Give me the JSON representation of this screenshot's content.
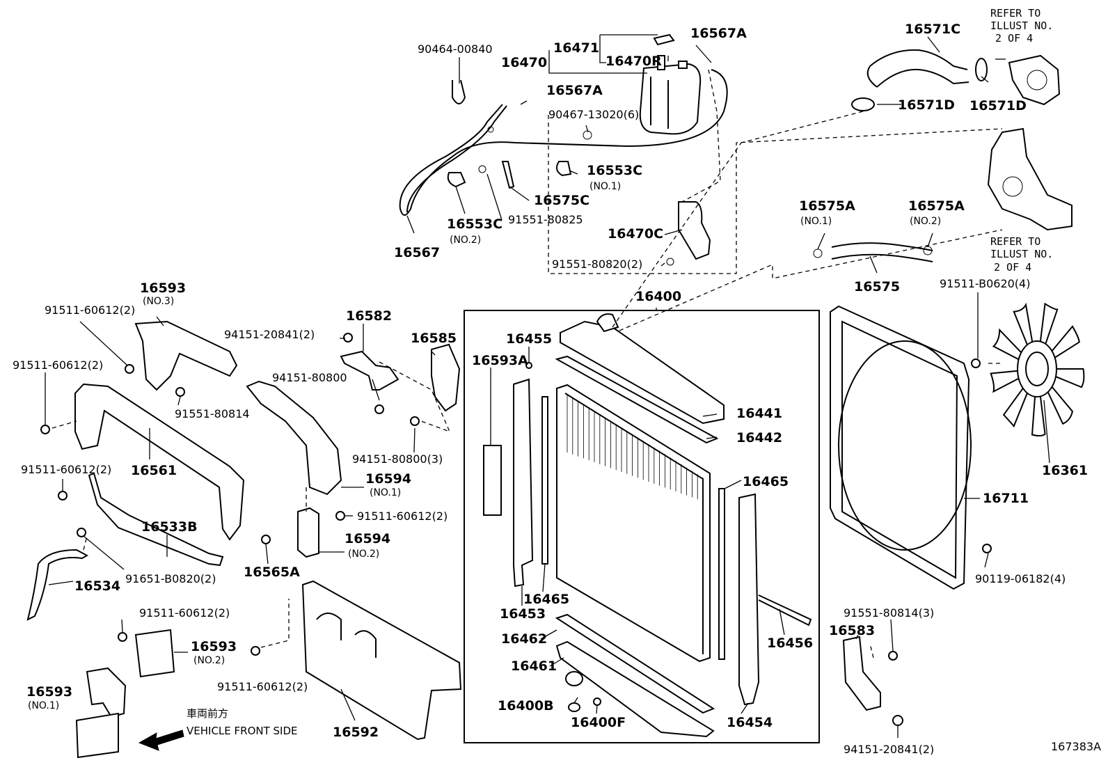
{
  "diagram_id": "167383A",
  "front_label": {
    "jp": "車両前方",
    "en": "VEHICLE FRONT SIDE"
  },
  "icons": {
    "front_arrow": "front-arrow-icon"
  },
  "refs": {
    "top": [
      "REFER TO",
      "ILLUST NO.",
      "2 OF 4"
    ],
    "mid": [
      "REFER TO",
      "ILLUST NO.",
      "2 OF 4"
    ]
  },
  "labels": {
    "p90464_00840": "90464-00840",
    "p16471": "16471",
    "p16470": "16470",
    "p16470R": "16470R",
    "p16567A_top": "16567A",
    "p16567A_mid": "16567A",
    "p90467_13020": "90467-13020(6)",
    "p16553C_1": "16553C",
    "p16553C_1_sub": "(NO.1)",
    "p16575C": "16575C",
    "p16553C_2": "16553C",
    "p16553C_2_sub": "(NO.2)",
    "p91551_80825": "91551-80825",
    "p16567": "16567",
    "p16470C": "16470C",
    "p91551_80820": "91551-80820(2)",
    "p16571C": "16571C",
    "p16571D_a": "16571D",
    "p16571D_b": "16571D",
    "p16575A_1": "16575A",
    "p16575A_1_sub": "(NO.1)",
    "p16575A_2": "16575A",
    "p16575A_2_sub": "(NO.2)",
    "p16575": "16575",
    "p16400": "16400",
    "p91511_B0620": "91511-B0620(4)",
    "p16593_3": "16593",
    "p16593_3_sub": "(NO.3)",
    "p91511_60612_a": "91511-60612(2)",
    "p91511_60612_b": "91511-60612(2)",
    "p94151_20841_top": "94151-20841(2)",
    "p16582": "16582",
    "p16585": "16585",
    "p16455": "16455",
    "p16593A": "16593A",
    "p94151_80800": "94151-80800",
    "p91551_80814": "91551-80814",
    "p16561": "16561",
    "p16441": "16441",
    "p16442": "16442",
    "p94151_80800_3": "94151-80800(3)",
    "p16361": "16361",
    "p91511_60612_c": "91511-60612(2)",
    "p16594_1": "16594",
    "p16594_1_sub": "(NO.1)",
    "p16465_r": "16465",
    "p16711": "16711",
    "p91511_60612_d": "91511-60612(2)",
    "p16533B": "16533B",
    "p16594_2": "16594",
    "p16594_2_sub": "(NO.2)",
    "p16565A": "16565A",
    "p91651_B0820": "91651-B0820(2)",
    "p16534": "16534",
    "p16465_l": "16465",
    "p16453": "16453",
    "p90119_06182": "90119-06182(4)",
    "p91511_60612_e": "91511-60612(2)",
    "p91551_80814_3": "91551-80814(3)",
    "p16583": "16583",
    "p16462": "16462",
    "p16593_2": "16593",
    "p16593_2_sub": "(NO.2)",
    "p16456": "16456",
    "p16461": "16461",
    "p91511_60612_f": "91511-60612(2)",
    "p16593_1": "16593",
    "p16593_1_sub": "(NO.1)",
    "p16400B": "16400B",
    "p16400F": "16400F",
    "p16454": "16454",
    "p16592": "16592",
    "p94151_20841_bot": "94151-20841(2)"
  }
}
